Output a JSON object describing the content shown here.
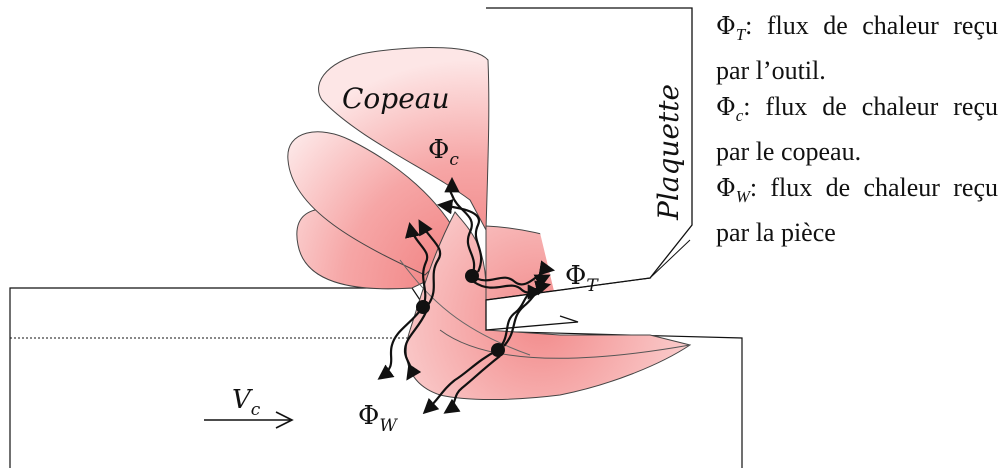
{
  "labels": {
    "copeau": "Copeau",
    "plaquette": "Plaquette",
    "phi_c_sym": "Φ",
    "phi_c_sub": "c",
    "phi_t_sym": "Φ",
    "phi_t_sub": "T",
    "phi_w_sym": "Φ",
    "phi_w_sub": "W",
    "vc_sym": "V",
    "vc_sub": "c"
  },
  "legend": {
    "items": [
      {
        "sym": "Φ",
        "sub": "T",
        "text": ": flux de chaleur reçu par l’outil."
      },
      {
        "sym": "Φ",
        "sub": "c",
        "text": ": flux de chaleur reçu par le copeau."
      },
      {
        "sym": "Φ",
        "sub": "W",
        "text": ": flux de chaleur reçu par la pièce"
      }
    ]
  },
  "colors": {
    "chip_fill": "#f6a6a6",
    "chip_light": "#fde2e2",
    "heat_core": "#f07b7b",
    "stroke": "#111111"
  }
}
